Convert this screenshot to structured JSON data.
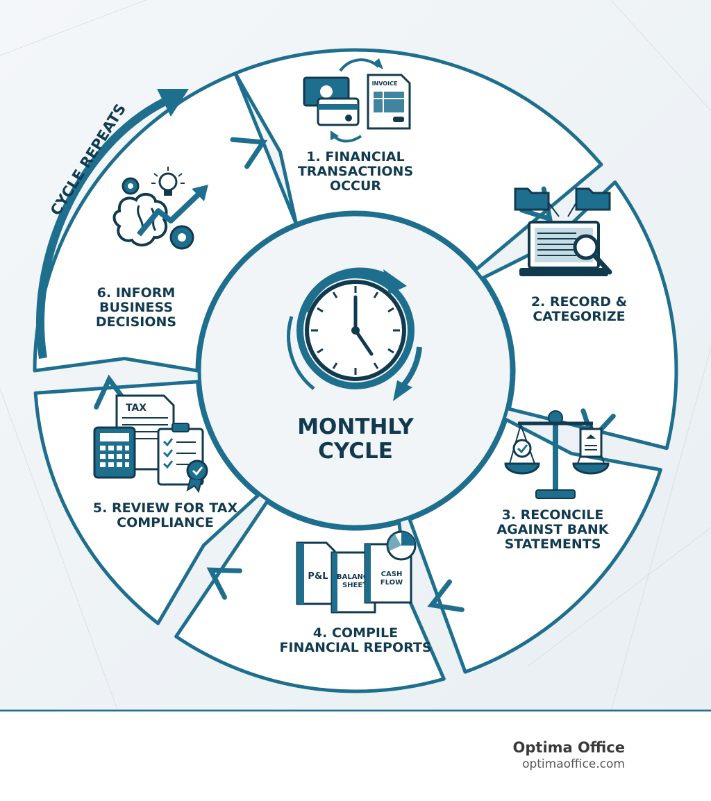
{
  "diagram": {
    "center": {
      "line1": "MONTHLY",
      "line2": "CYCLE"
    },
    "steps": [
      {
        "lines": [
          "1. FINANCIAL",
          "TRANSACTIONS",
          "OCCUR"
        ],
        "icon": "money-invoice-exchange-icon",
        "invoice_label": "INVOICE"
      },
      {
        "lines": [
          "2. RECORD &",
          "CATEGORIZE"
        ],
        "icon": "folders-laptop-search-icon"
      },
      {
        "lines": [
          "3. RECONCILE",
          "AGAINST BANK",
          "STATEMENTS"
        ],
        "icon": "balance-scale-icon"
      },
      {
        "lines": [
          "4. COMPILE",
          "FINANCIAL REPORTS"
        ],
        "icon": "reports-documents-icon",
        "report_labels": [
          "P&L",
          "BALANCE",
          "SHEET",
          "CASH",
          "FLOW"
        ]
      },
      {
        "lines": [
          "5. REVIEW FOR TAX",
          "COMPLIANCE"
        ],
        "icon": "tax-calculator-checklist-icon",
        "tax_label": "TAX"
      },
      {
        "lines": [
          "6. INFORM",
          "BUSINESS",
          "DECISIONS"
        ],
        "icon": "brain-idea-growth-icon"
      }
    ],
    "cycle_label": "CYCLE REPEATS",
    "colors": {
      "primary": "#1e6e8e",
      "dark": "#123a4f",
      "light": "#eef3f6"
    }
  },
  "footer": {
    "brand": "Optima Office",
    "url": "optimaoffice.com"
  }
}
